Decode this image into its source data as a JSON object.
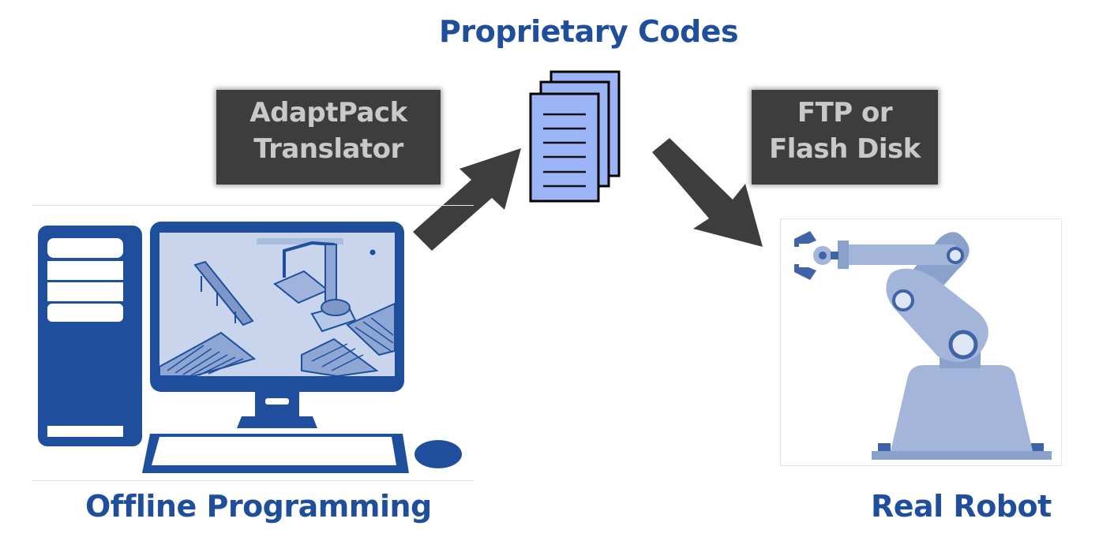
{
  "diagram": {
    "title": "Proprietary Codes",
    "source_label": "Offline Programming",
    "target_label": "Real Robot",
    "steps": [
      {
        "line1": "AdaptPack",
        "line2": "Translator"
      },
      {
        "line1": "FTP or",
        "line2": "Flash Disk"
      }
    ],
    "flow": [
      "Offline Programming",
      "AdaptPack Translator",
      "Proprietary Codes",
      "FTP or Flash Disk",
      "Real Robot"
    ],
    "icons": {
      "computer": "desktop-computer-icon",
      "documents": "document-stack-icon",
      "robot": "robot-arm-icon",
      "arrow_up": "arrow-up-right-icon",
      "arrow_down": "arrow-down-right-icon"
    },
    "colors": {
      "title_blue": "#1f4e9c",
      "box_dark": "#3d3d3d",
      "box_text": "#c9c9c9",
      "computer_blue": "#1f4e9c",
      "doc_fill": "#9ab4f5",
      "robot_light": "#a3b6d9",
      "robot_mid": "#8aa1cc",
      "robot_dark": "#3f62a8",
      "arrow": "#3d3d3d"
    }
  }
}
